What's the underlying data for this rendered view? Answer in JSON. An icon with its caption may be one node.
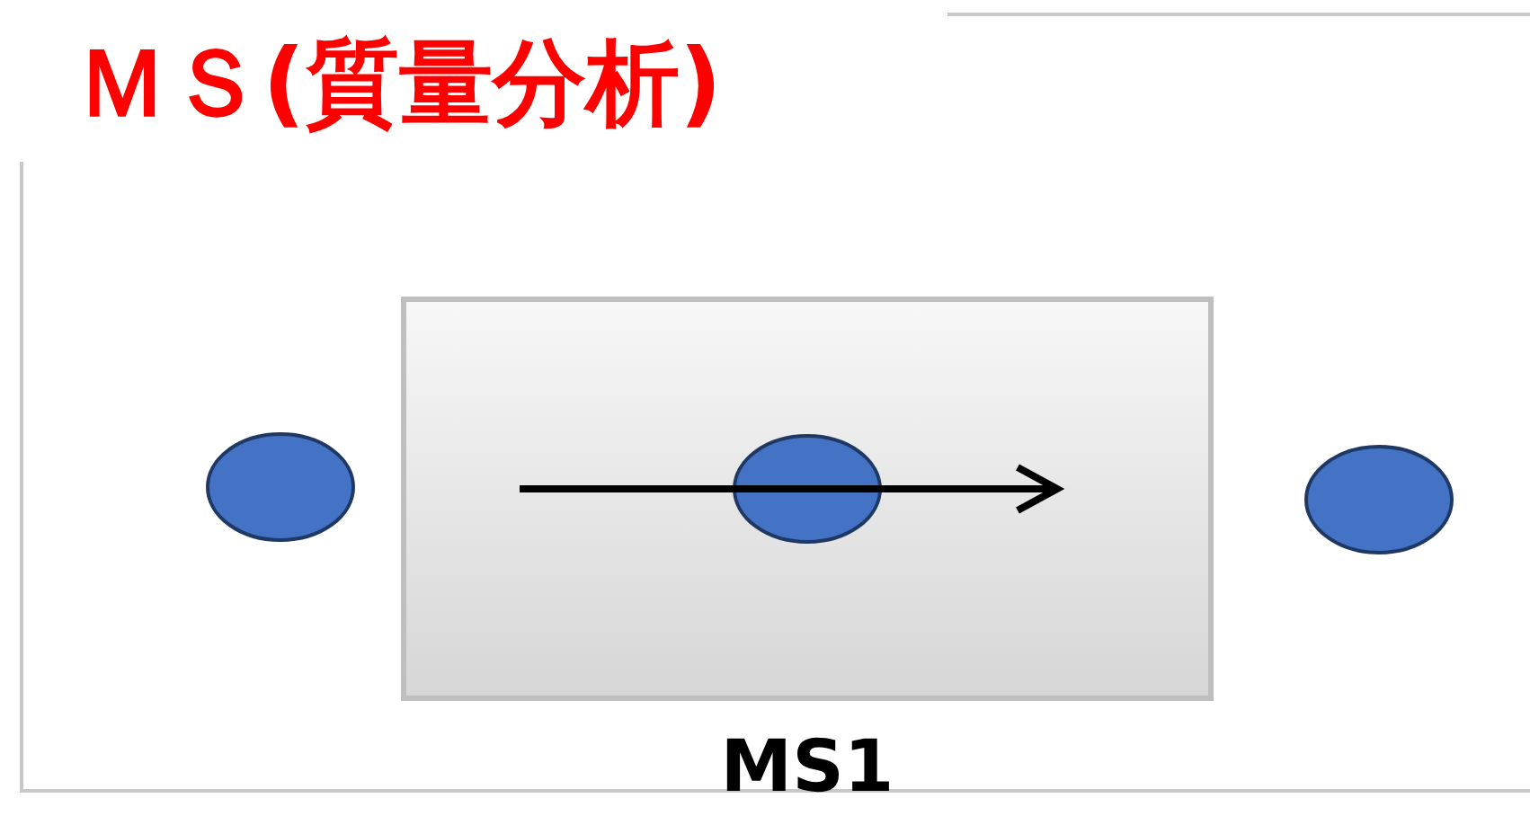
{
  "diagram": {
    "title": "ＭＳ(質量分析)",
    "nodes": [
      {
        "text": [],
        "shape": "circle"
      },
      {
        "text": [
          "MS1"
        ]
      },
      {
        "text": [],
        "shape": "circle",
        "in": 1
      },
      {
        "text": [],
        "shape": "circle"
      }
    ]
  }
}
